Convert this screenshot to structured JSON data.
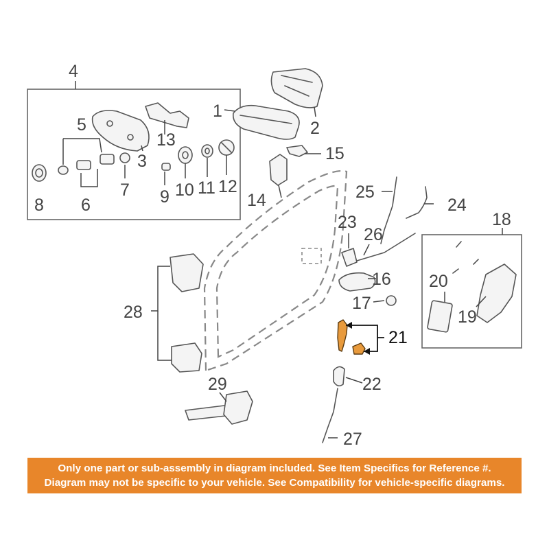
{
  "callouts": {
    "c1": "1",
    "c2": "2",
    "c3": "3",
    "c4": "4",
    "c5": "5",
    "c6": "6",
    "c7": "7",
    "c8": "8",
    "c9": "9",
    "c10": "10",
    "c11": "11",
    "c12": "12",
    "c13": "13",
    "c14": "14",
    "c15": "15",
    "c16": "16",
    "c17": "17",
    "c18": "18",
    "c19": "19",
    "c20": "20",
    "c21": "21",
    "c22": "22",
    "c23": "23",
    "c24": "24",
    "c25": "25",
    "c26": "26",
    "c27": "27",
    "c28": "28",
    "c29": "29"
  },
  "highlighted_reference": "21",
  "colors": {
    "highlight_part": "#e89a3c",
    "notice_background": "#e8862a",
    "notice_text": "#ffffff"
  },
  "notice": {
    "line1": "Only one part or sub-assembly in diagram included. See Item Specifics for Reference #.",
    "line2": "Diagram may not be specific to your vehicle. See Compatibility for vehicle-specific diagrams."
  }
}
